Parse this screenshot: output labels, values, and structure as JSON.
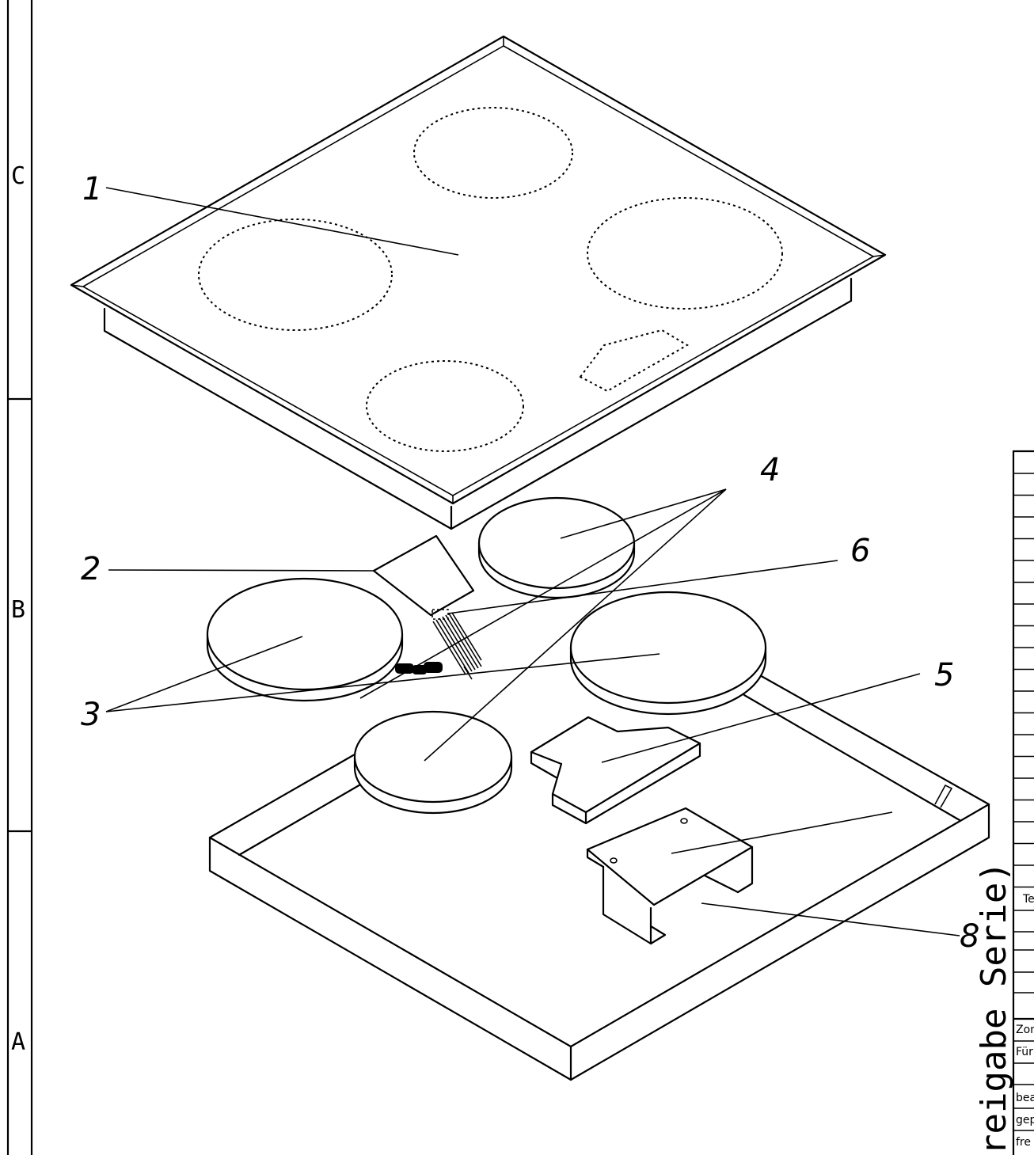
{
  "zones": [
    "C",
    "B",
    "A"
  ],
  "callouts": [
    "1",
    "2",
    "3",
    "4",
    "5",
    "6",
    "8"
  ],
  "title_block": {
    "row_labels": [
      "Te",
      "Zon",
      "Für",
      "bea",
      "gep",
      "fre"
    ],
    "vertical_text": "reigabe Serie)"
  }
}
